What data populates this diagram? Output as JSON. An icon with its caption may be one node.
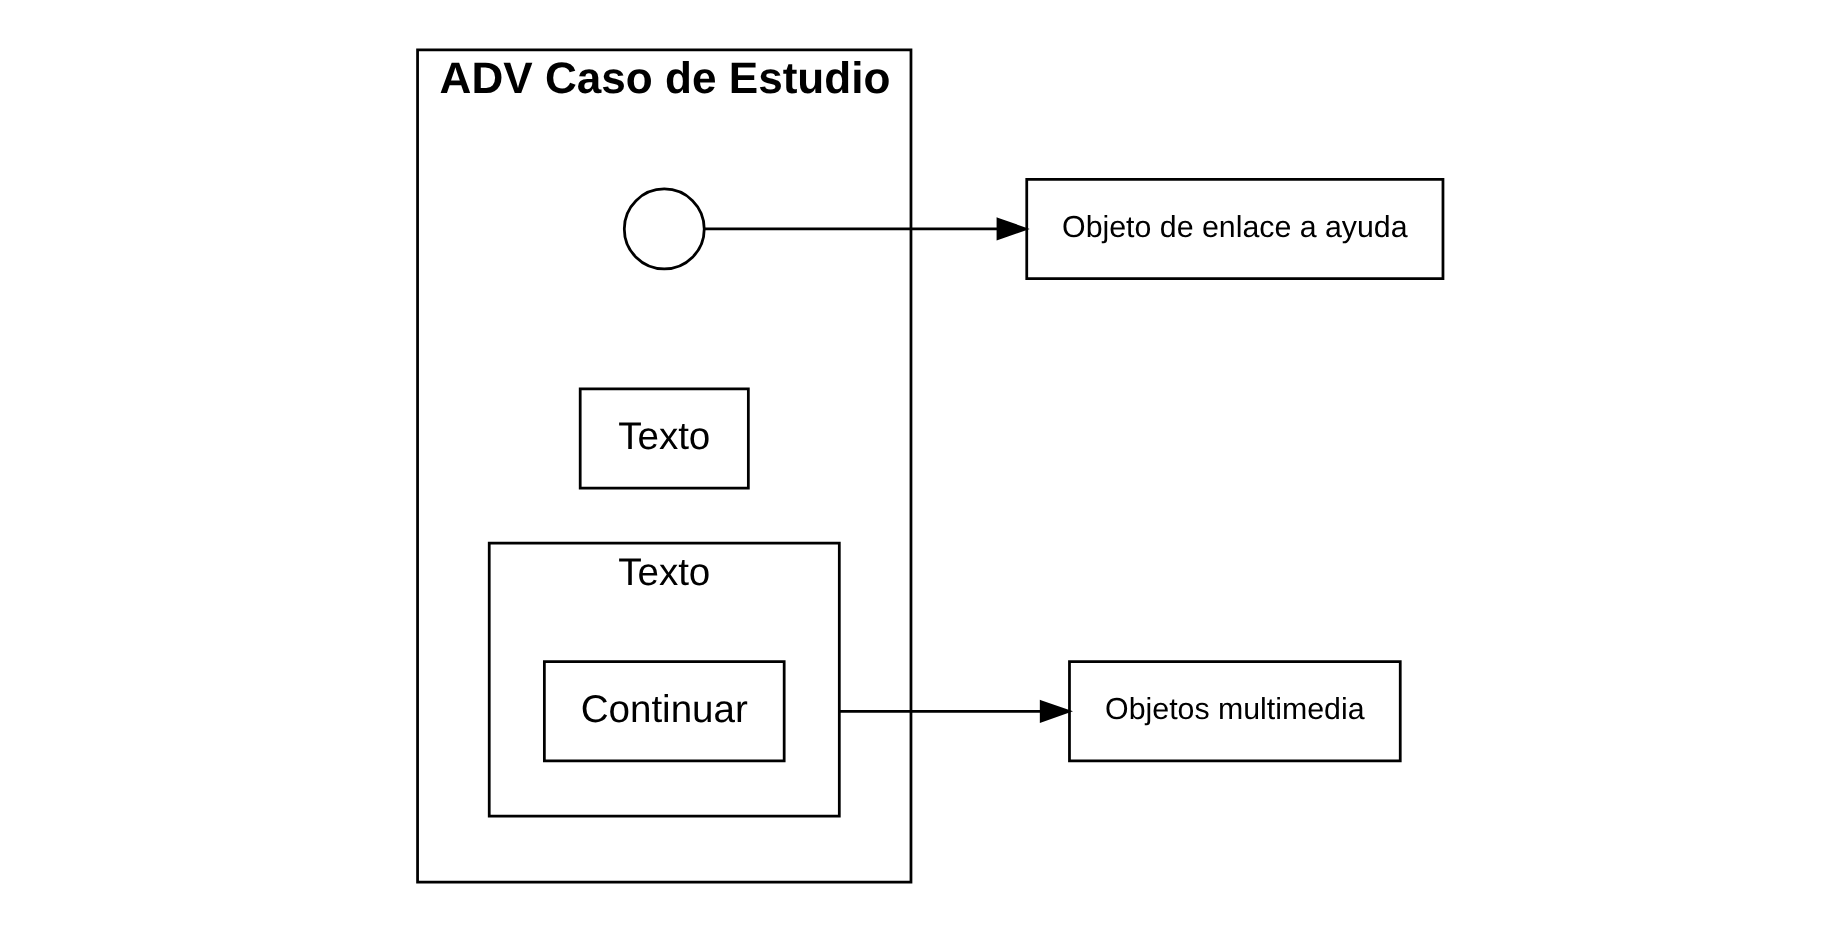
{
  "diagram": {
    "nodes": [
      {
        "text": [
          "ADV Caso de Estudio"
        ]
      },
      {
        "text": [
          "Texto"
        ],
        "in": 0
      },
      {
        "text": [],
        "shape": "circle",
        "in": 0
      },
      {
        "text": [
          "Texto"
        ],
        "in": 0
      },
      {
        "text": [
          "Continuar"
        ],
        "in": 3
      },
      {
        "text": [
          "Objeto de enlace a ayuda"
        ]
      },
      {
        "text": [
          "Objetos multimedia"
        ]
      }
    ],
    "edges": [
      {
        "from": 2,
        "to": 5,
        "arrow": "to"
      },
      {
        "from": 3,
        "to": 6,
        "arrow": "to"
      }
    ]
  }
}
